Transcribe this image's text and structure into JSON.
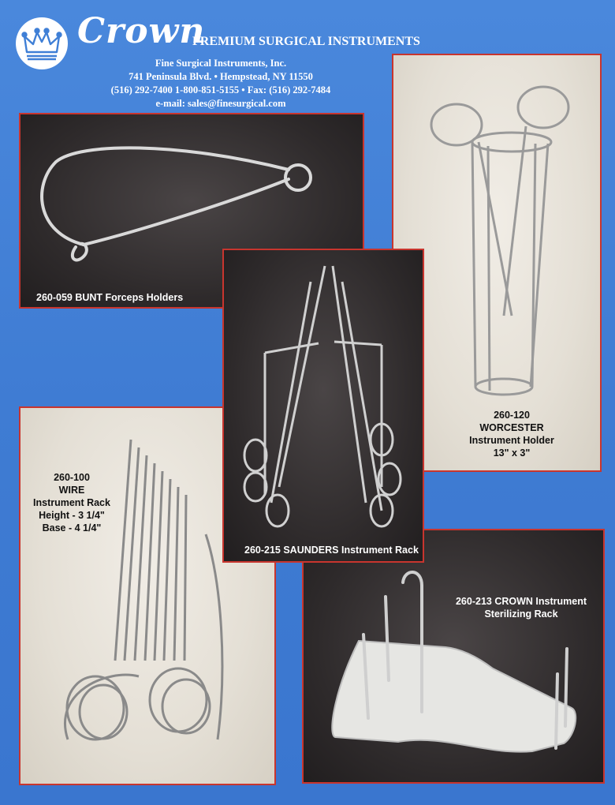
{
  "header": {
    "brand": "Crown",
    "tagline": "PREMIUM SURGICAL INSTRUMENTS",
    "company_lines": [
      "Fine Surgical Instruments, Inc.",
      "741 Peninsula Blvd. • Hempstead, NY 11550",
      "(516) 292-7400 1-800-851-5155 • Fax: (516) 292-7484",
      "e-mail: sales@finesurgical.com"
    ]
  },
  "products": {
    "bunt": {
      "label": "260-059  BUNT Forceps Holders"
    },
    "worcester": {
      "lines": [
        "260-120",
        "WORCESTER",
        "Instrument Holder",
        "13\" x 3\""
      ]
    },
    "saunders": {
      "label": "260-215  SAUNDERS Instrument Rack"
    },
    "wire": {
      "lines": [
        "260-100",
        "WIRE",
        "Instrument Rack",
        "Height - 3 1/4\"",
        "Base - 4 1/4\""
      ]
    },
    "crown_rack": {
      "lines": [
        "260-213  CROWN Instrument",
        "Sterilizing Rack"
      ]
    }
  },
  "colors": {
    "background": "#3f7fd6",
    "panel_border": "#c8352e",
    "dark_panel": "#2e2a2b",
    "light_panel": "#e4dfd5"
  }
}
